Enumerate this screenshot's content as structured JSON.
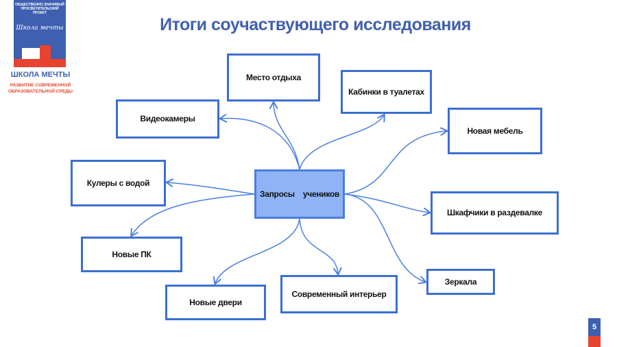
{
  "logo": {
    "top": "ОБЩЕСТВЕННО ЗНАЧИМЫЙ ПРОСВЕТИТЕЛЬСКИЙ ПРОЕКТ",
    "script": "Школа мечты",
    "name": "ШКОЛА МЕЧТЫ",
    "subtitle": "РАЗВИТИЕ СОВРЕМЕННОЙ ОБРАЗОВАТЕЛЬНОЙ СРЕДЫ"
  },
  "title": "Итоги соучаствующего исследования",
  "center": "Запросы    учеников",
  "nodes": [
    "Место отдыха",
    "Кабинки в туалетах",
    "Видеокамеры",
    "Новая мебель",
    "Кулеры с водой",
    "Шкафчики в раздевалке",
    "Новые ПК",
    "Зеркала",
    "Новые двери",
    "Современный интерьер"
  ],
  "page_number": "5",
  "colors": {
    "accent": "#3f5fb0",
    "orange": "#e8432e",
    "box_border": "#3a6fd1",
    "center_fill": "#8fb3f5"
  }
}
